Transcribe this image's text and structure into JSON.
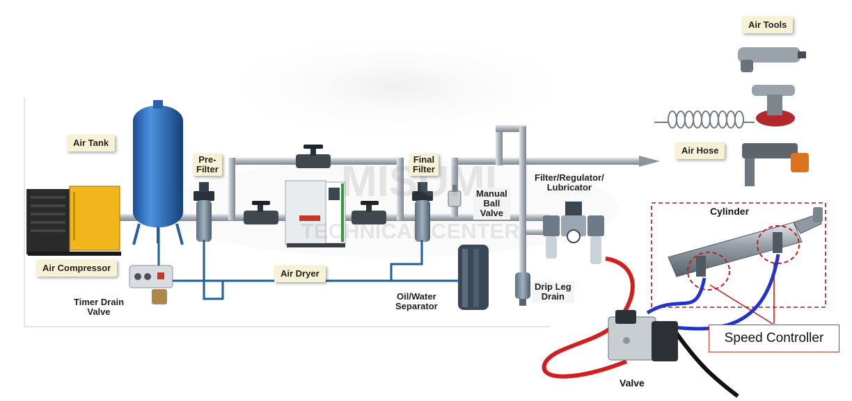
{
  "components": {
    "air_tools": "Air Tools",
    "air_hose": "Air Hose",
    "air_tank": "Air Tank",
    "pre_filter": "Pre-\nFilter",
    "final_filter": "Final\nFilter",
    "manual_ball_valve": "Manual\nBall\nValve",
    "frl": "Filter/Regulator/\nLubricator",
    "air_compressor": "Air Compressor",
    "air_dryer": "Air Dryer",
    "timer_drain_valve": "Timer Drain\nValve",
    "oil_water_separator": "Oil/Water\nSeparator",
    "drip_leg_drain": "Drip Leg\nDrain",
    "cylinder": "Cylinder",
    "valve": "Valve",
    "speed_controller": "Speed Controller"
  },
  "watermark": {
    "line1": "MISUMI",
    "line2": "TECHNICAL CENTER"
  },
  "colors": {
    "label_bg": "#f7f1d6",
    "pipe": "#b8bfc6",
    "drain_line": "#1d5e99",
    "tank_blue": "#2f75c4",
    "compressor_yellow": "#f2b51b",
    "red_hose": "#d21e1e",
    "blue_hose": "#2233cc",
    "dashed_box": "#a31a1a"
  }
}
